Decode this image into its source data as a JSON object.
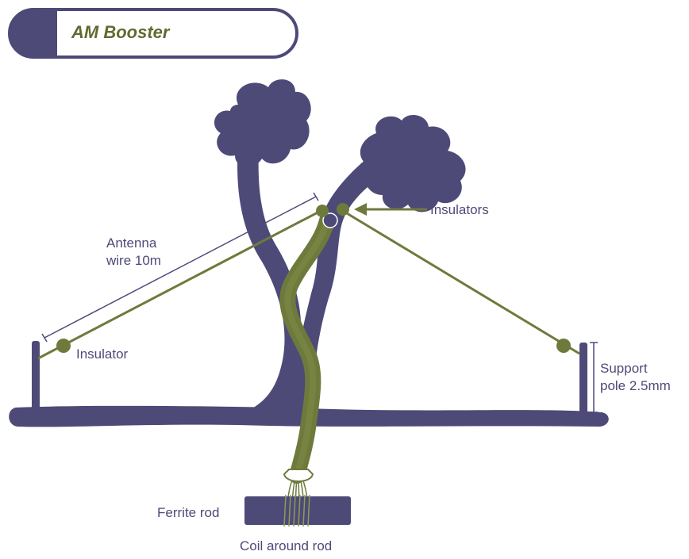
{
  "title": "AM Booster",
  "labels": {
    "antenna_wire_line1": "Antenna",
    "antenna_wire_line2": "wire 10m",
    "insulators": "Insulators",
    "insulator": "Insulator",
    "support_pole_line1": "Support",
    "support_pole_line2": "pole 2.5mm",
    "ferrite_rod": "Ferrite rod",
    "coil_around_rod": "Coil around rod"
  },
  "colors": {
    "navy": "#4d4a78",
    "olive": "#6e7a3c",
    "white": "#ffffff"
  }
}
